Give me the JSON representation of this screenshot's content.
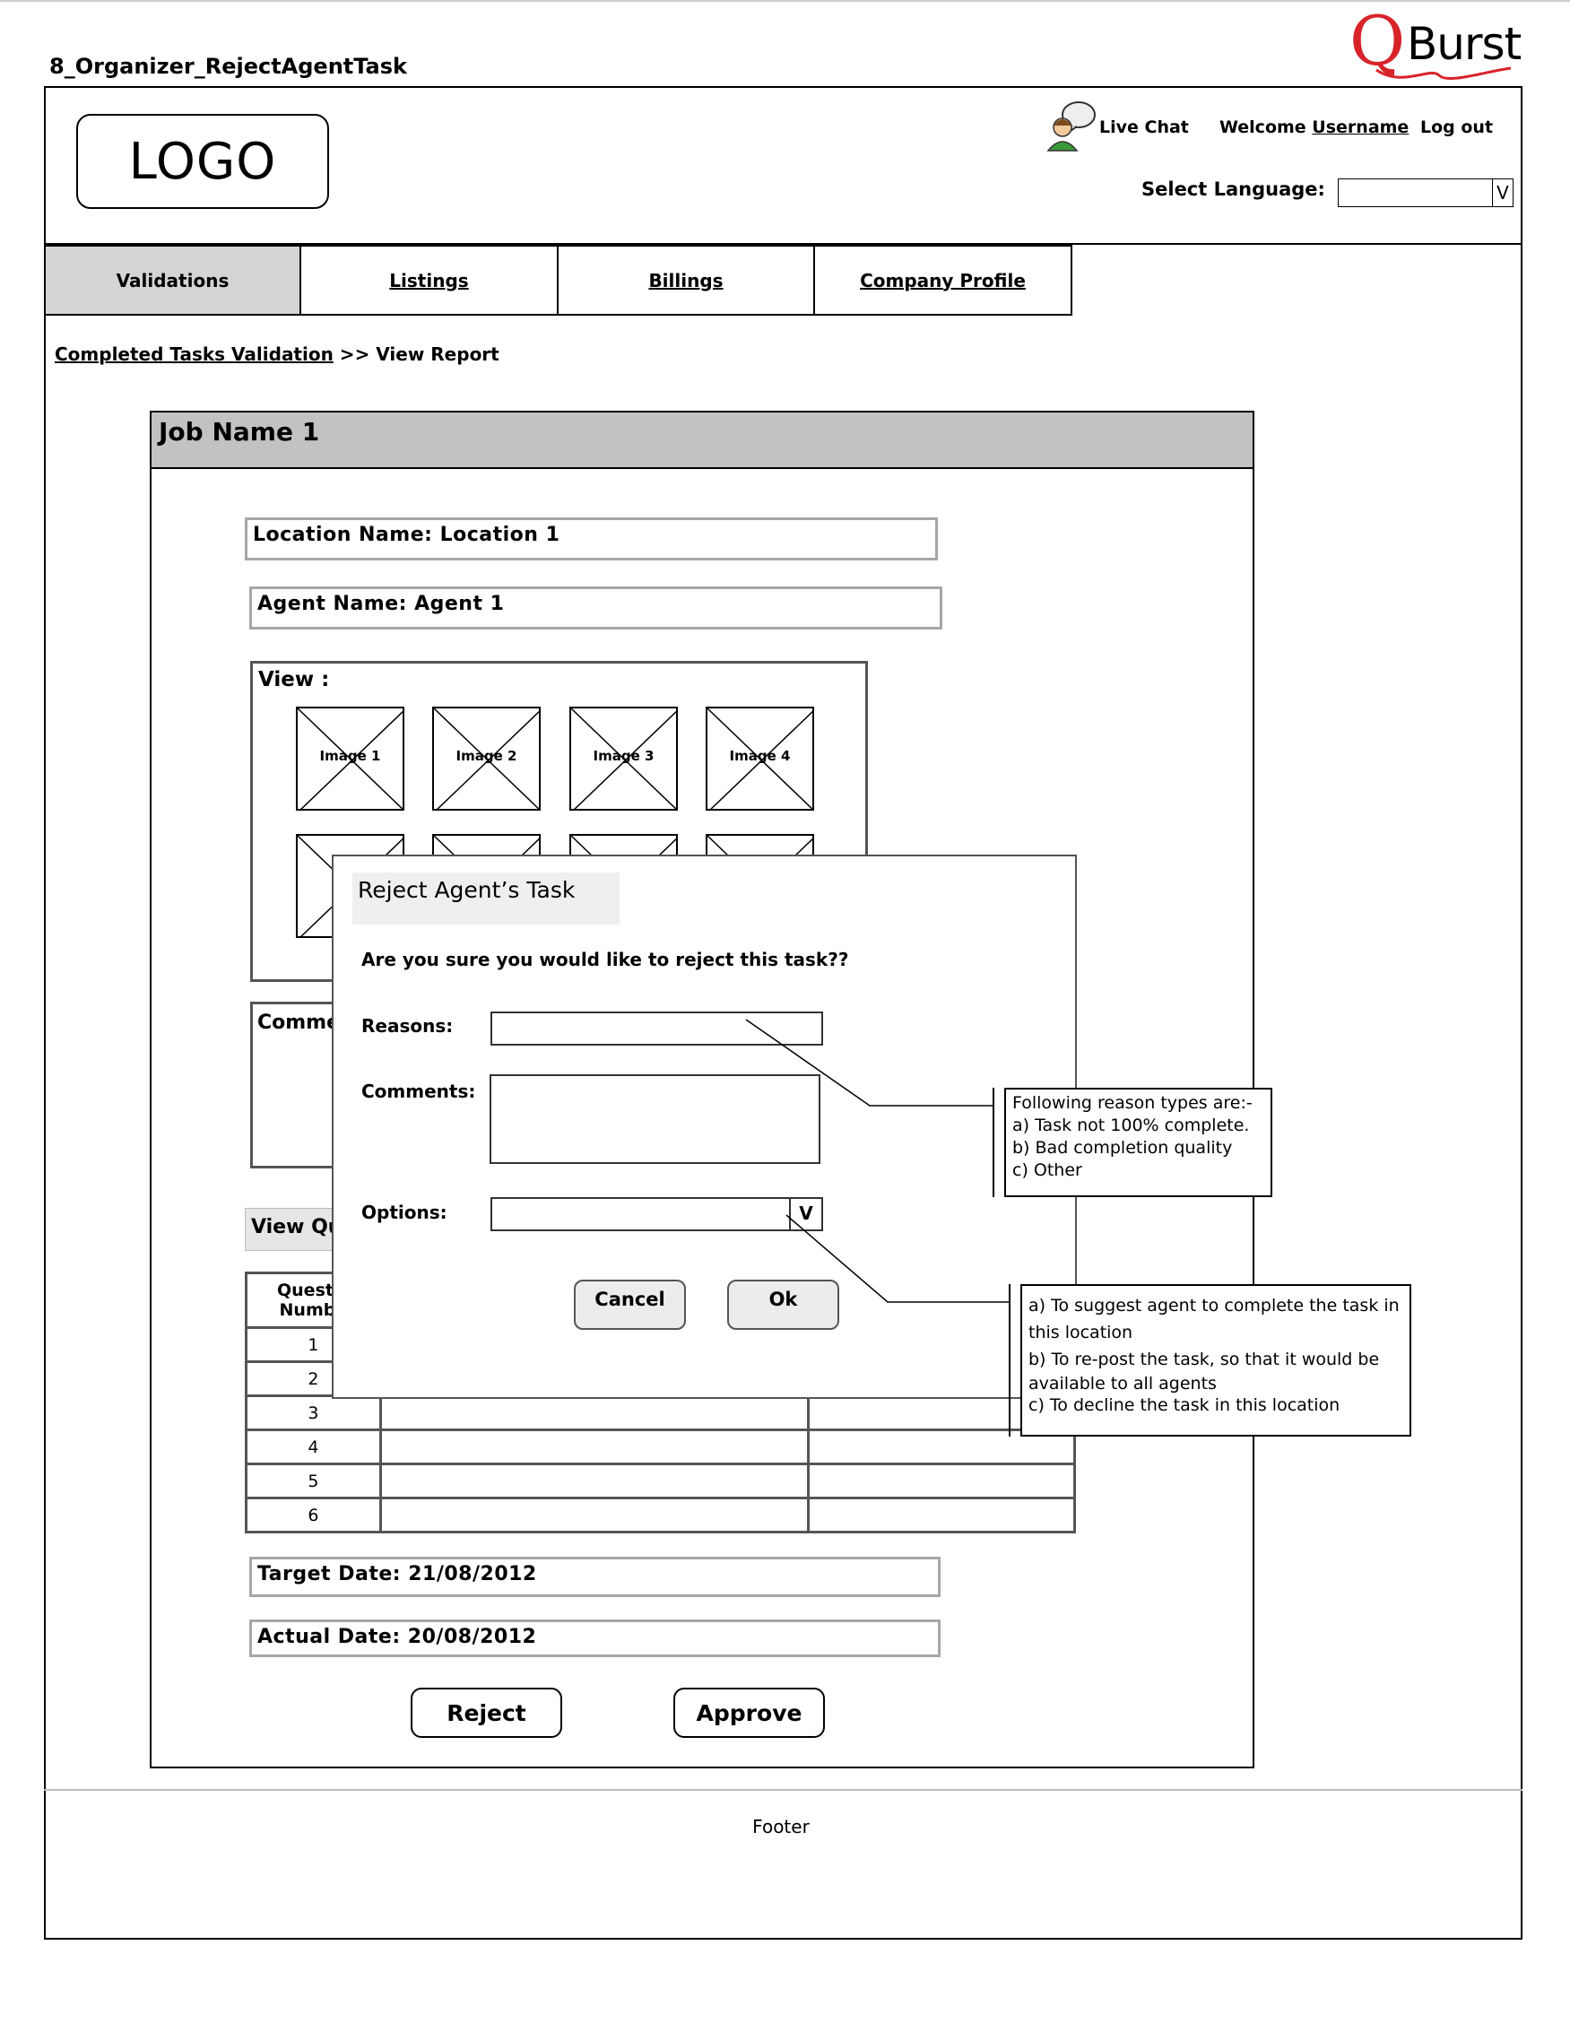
{
  "page": {
    "title": "8_Organizer_RejectAgentTask"
  },
  "brand": {
    "q": "Q",
    "burst": "Burst",
    "accent": "#d8232a"
  },
  "header": {
    "logo": "LOGO",
    "live_chat": "Live Chat",
    "welcome": "Welcome ",
    "username": "Username",
    "logout": "Log out",
    "language_label": "Select Language:",
    "language_value": "",
    "language_arrow": "V"
  },
  "tabs": [
    {
      "label": "Validations",
      "active": true
    },
    {
      "label": "Listings",
      "active": false
    },
    {
      "label": "Billings",
      "active": false
    },
    {
      "label": "Company Profile",
      "active": false
    }
  ],
  "breadcrumb": {
    "link": "Completed Tasks Validation",
    "separator": " >> ",
    "current": "View Report"
  },
  "job": {
    "name": "Job Name 1",
    "location": "Location Name: Location 1",
    "agent": "Agent Name: Agent 1",
    "view_label": "View :",
    "images": [
      "Image 1",
      "Image 2",
      "Image 3",
      "Image 4"
    ],
    "comments_label": "Commer",
    "view_questions_label": "View Qu",
    "question_header": [
      "Questic",
      "Numbe"
    ],
    "question_numbers": [
      "1",
      "2",
      "3",
      "4",
      "5",
      "6"
    ],
    "target_date": "Target Date: 21/08/2012",
    "actual_date": "Actual Date: 20/08/2012",
    "reject_label": "Reject",
    "approve_label": "Approve"
  },
  "modal": {
    "title": "Reject Agent’s Task",
    "question": "Are you sure you would like to reject this task??",
    "reasons_label": "Reasons:",
    "comments_label": "Comments:",
    "options_label": "Options:",
    "options_arrow": "V",
    "cancel_label": "Cancel",
    "ok_label": "Ok"
  },
  "notes": {
    "reasons": {
      "title": "Following reason types are:-",
      "items": [
        "a)    Task not 100% complete.",
        "b)    Bad completion quality",
        "c)    Other"
      ]
    },
    "options": {
      "items": [
        "a) To suggest agent to complete the task in",
        "this location",
        "b) To re-post the task, so that it would be",
        "available to all agents",
        "c) To decline the task in this location"
      ]
    }
  },
  "footer": {
    "label": "Footer"
  }
}
